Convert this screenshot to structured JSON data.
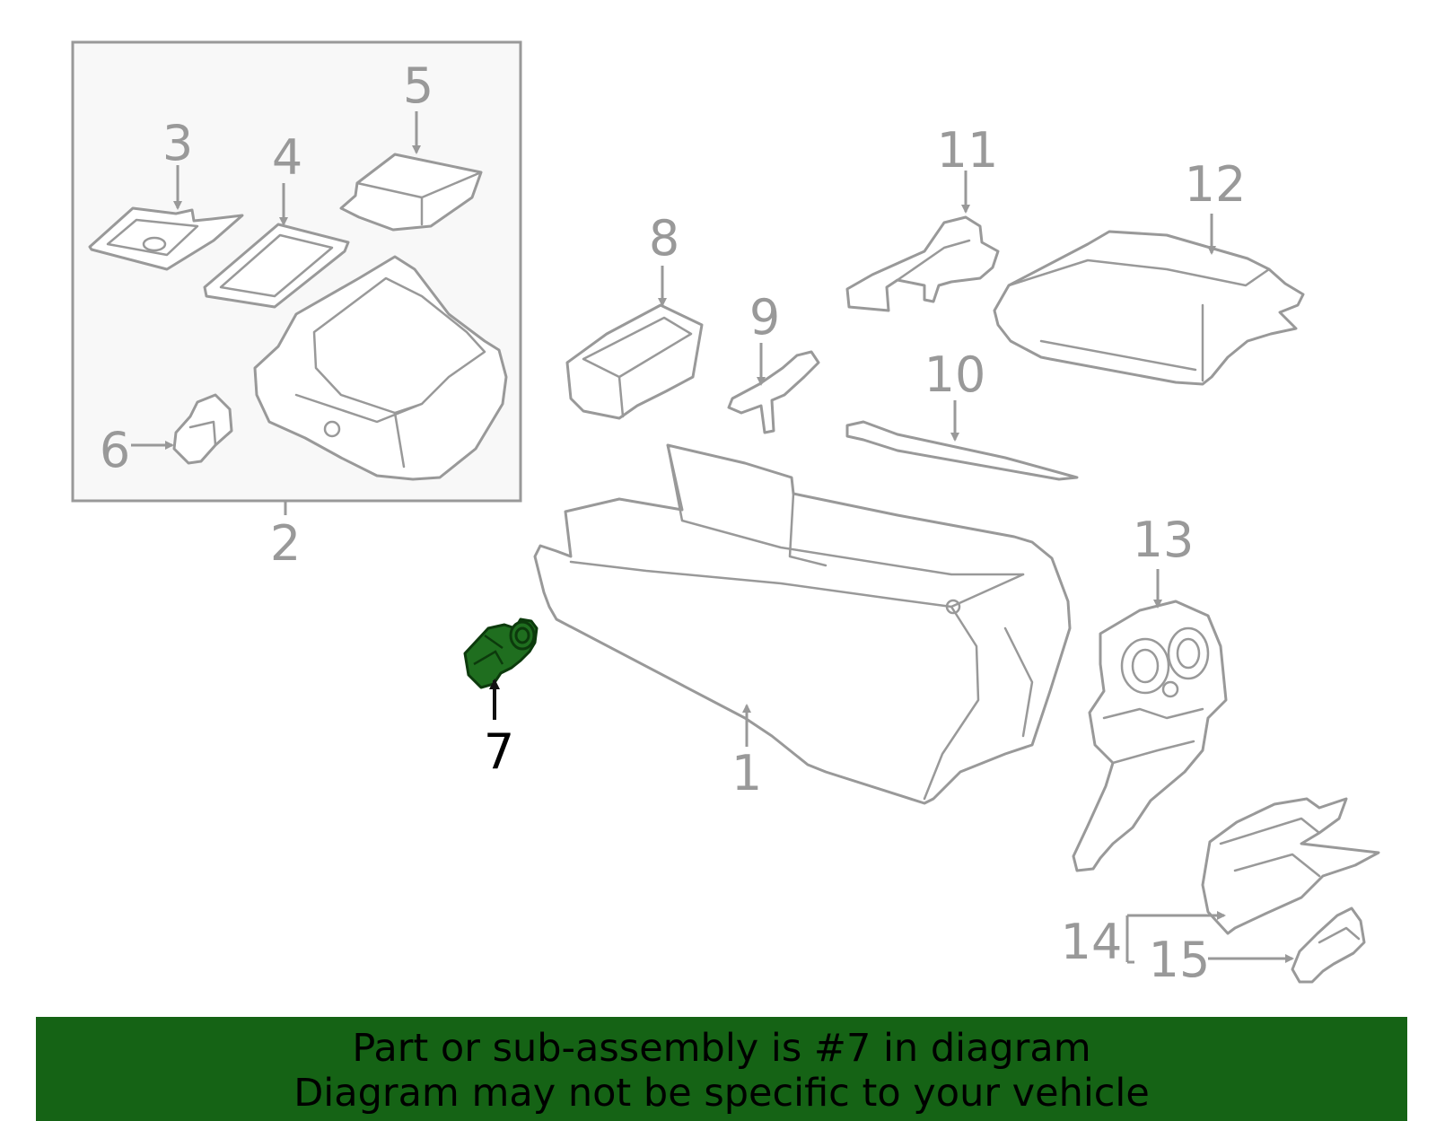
{
  "colors": {
    "outline": "#999999",
    "highlight_fill": "#1f6e1f",
    "banner_bg": "#156315",
    "banner_text": "#000000",
    "box_bg": "#f8f8f8"
  },
  "highlighted_part": "7",
  "callouts": {
    "c1": "1",
    "c2": "2",
    "c3": "3",
    "c4": "4",
    "c5": "5",
    "c6": "6",
    "c7": "7",
    "c8": "8",
    "c9": "9",
    "c10": "10",
    "c11": "11",
    "c12": "12",
    "c13": "13",
    "c14": "14",
    "c15": "15"
  },
  "banner": {
    "line1": "Part or sub-assembly is #7 in diagram",
    "line2": "Diagram may not be specific to your vehicle"
  }
}
